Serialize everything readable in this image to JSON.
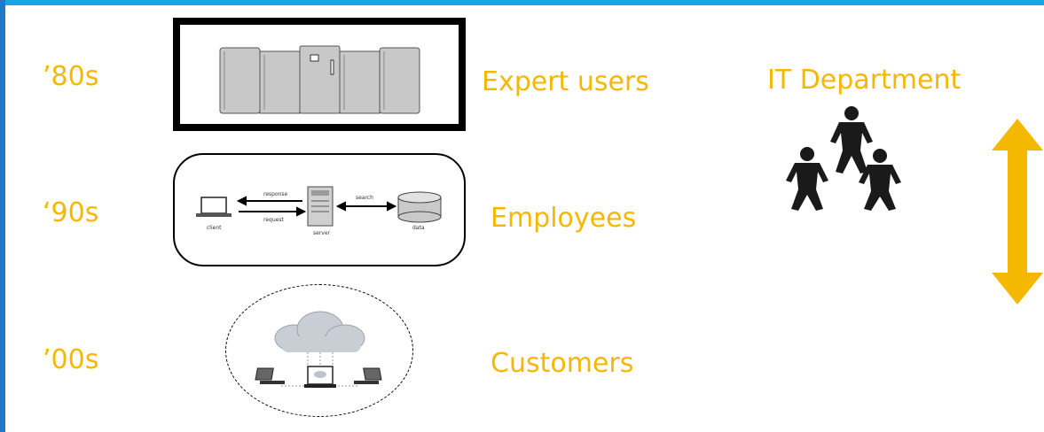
{
  "eras": [
    {
      "period": "’80s",
      "users": "Expert users",
      "illustration": "mainframe-cabinets"
    },
    {
      "period": "‘90s",
      "users": "Employees",
      "illustration": "client-server-diagram"
    },
    {
      "period": "’00s",
      "users": "Customers",
      "illustration": "cloud-computing"
    }
  ],
  "client_server": {
    "client": "client",
    "server": "server",
    "data": "data",
    "response": "response",
    "request": "request",
    "search": "search"
  },
  "it_department": {
    "label": "IT Department",
    "icon": "people-group-icon"
  },
  "arrow": {
    "icon": "vertical-double-arrow-icon"
  },
  "colors": {
    "accent": "#f5b800",
    "frame_top": "#1aa3e6",
    "frame_left": "#1f78c8"
  }
}
